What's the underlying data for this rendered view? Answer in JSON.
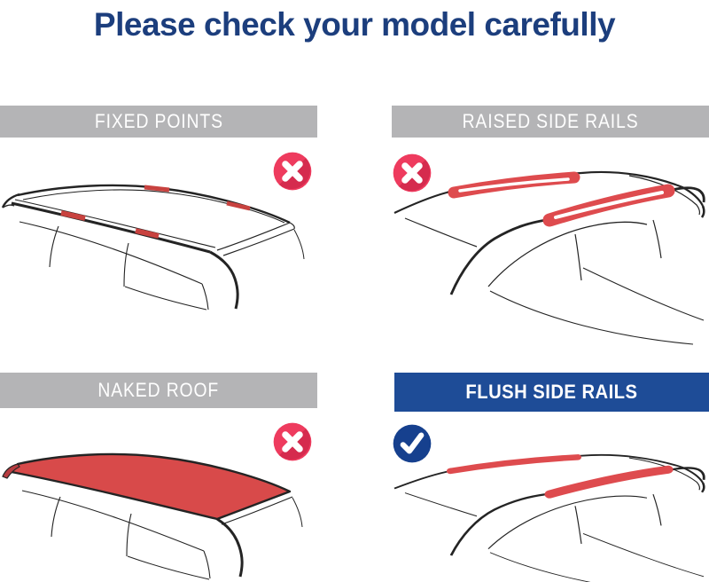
{
  "page": {
    "title": "Please check your model carefully"
  },
  "colors": {
    "title_blue": "#1c3e7d",
    "header_gray": "#b4b4b6",
    "header_blue": "#1e4c97",
    "header_text": "#ffffff",
    "cross_red": "#ee3b5e",
    "cross_red_shadow": "#d52b4e",
    "check_blue": "#16408e",
    "car_highlight_red": "#d84a4a",
    "rail_red": "#de4b4e",
    "line_black": "#242424"
  },
  "quadrants": [
    {
      "id": "fixed-points",
      "label": "FIXED POINTS",
      "header_style": "gray",
      "status_icon": "cross-icon",
      "compatible": false
    },
    {
      "id": "raised-side-rails",
      "label": "RAISED SIDE RAILS",
      "header_style": "gray",
      "status_icon": "cross-icon",
      "compatible": false
    },
    {
      "id": "naked-roof",
      "label": "NAKED ROOF",
      "header_style": "gray",
      "status_icon": "cross-icon",
      "compatible": false
    },
    {
      "id": "flush-side-rails",
      "label": "FLUSH SIDE RAILS",
      "header_style": "blue",
      "status_icon": "check-icon",
      "compatible": true
    }
  ]
}
